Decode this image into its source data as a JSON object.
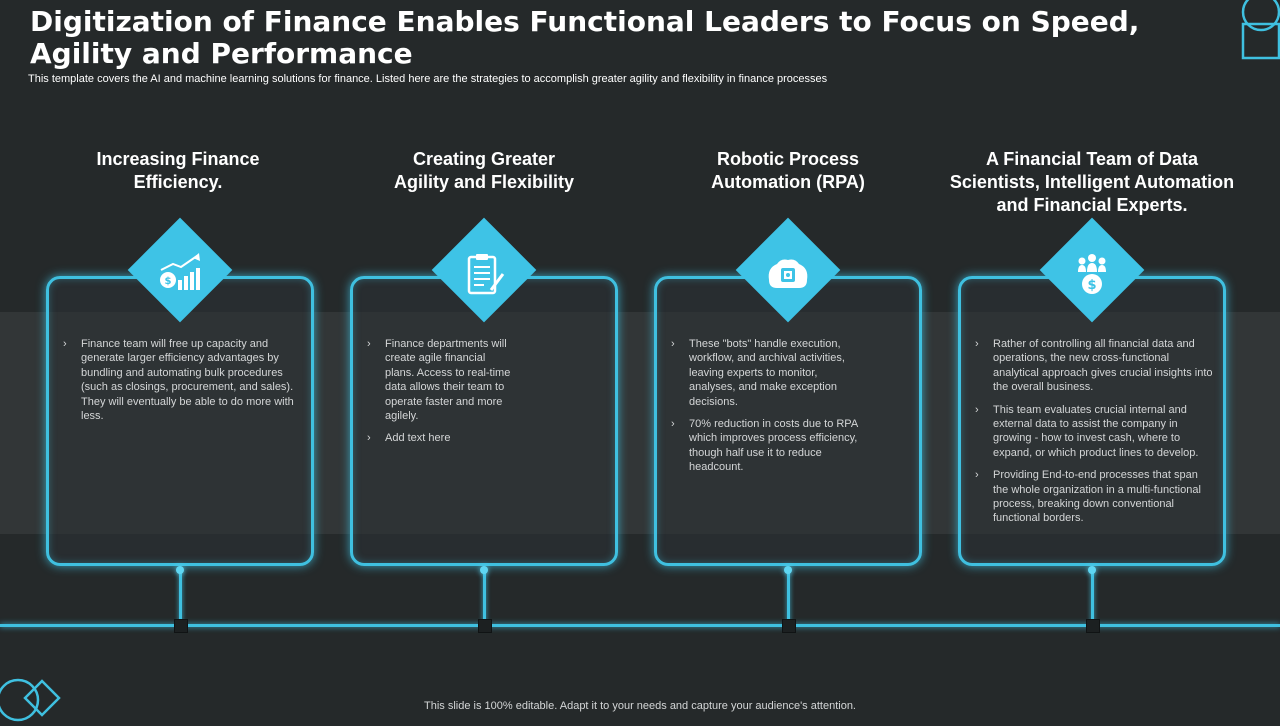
{
  "slide": {
    "title": "Digitization of Finance Enables Functional Leaders to Focus on Speed, Agility and Performance",
    "subtitle": "This template covers the AI  and machine learning solutions for finance. Listed here are the strategies to accomplish greater agility and flexibility in finance processes",
    "footer": "This slide is 100% editable. Adapt it to your needs and capture your audience's attention.",
    "accent_color": "#3fc0e0",
    "background_color": "#25292a"
  },
  "columns": [
    {
      "heading": "Increasing Finance Efficiency.",
      "icon": "finance-growth-icon",
      "bullets": [
        "Finance team will free up capacity and generate larger efficiency advantages by bundling and automating bulk procedures (such as closings, procurement, and sales). They will eventually be able to do more with less."
      ]
    },
    {
      "heading": "Creating Greater Agility and Flexibility",
      "icon": "clipboard-checklist-icon",
      "bullets": [
        "Finance departments will create agile financial plans. Access to real-time data allows their team to operate faster and more agilely.",
        "Add text here"
      ]
    },
    {
      "heading": "Robotic Process Automation (RPA)",
      "icon": "robotic-brain-icon",
      "bullets": [
        "These \"bots\" handle execution, workflow, and archival activities, leaving experts to monitor, analyses, and make exception decisions.",
        "70% reduction in costs due to RPA which improves process efficiency, though half use it to reduce headcount."
      ]
    },
    {
      "heading": "A Financial Team of Data Scientists, Intelligent Automation and Financial Experts.",
      "icon": "finance-team-icon",
      "bullets": [
        "Rather of controlling all financial data and operations, the new cross-functional analytical approach gives crucial insights into the overall business.",
        "This team evaluates crucial internal and external data to assist the company in growing - how to invest cash, where to expand, or which product lines to develop.",
        "Providing End-to-end processes that span the whole organization in a multi-functional process, breaking down conventional functional borders."
      ]
    }
  ]
}
